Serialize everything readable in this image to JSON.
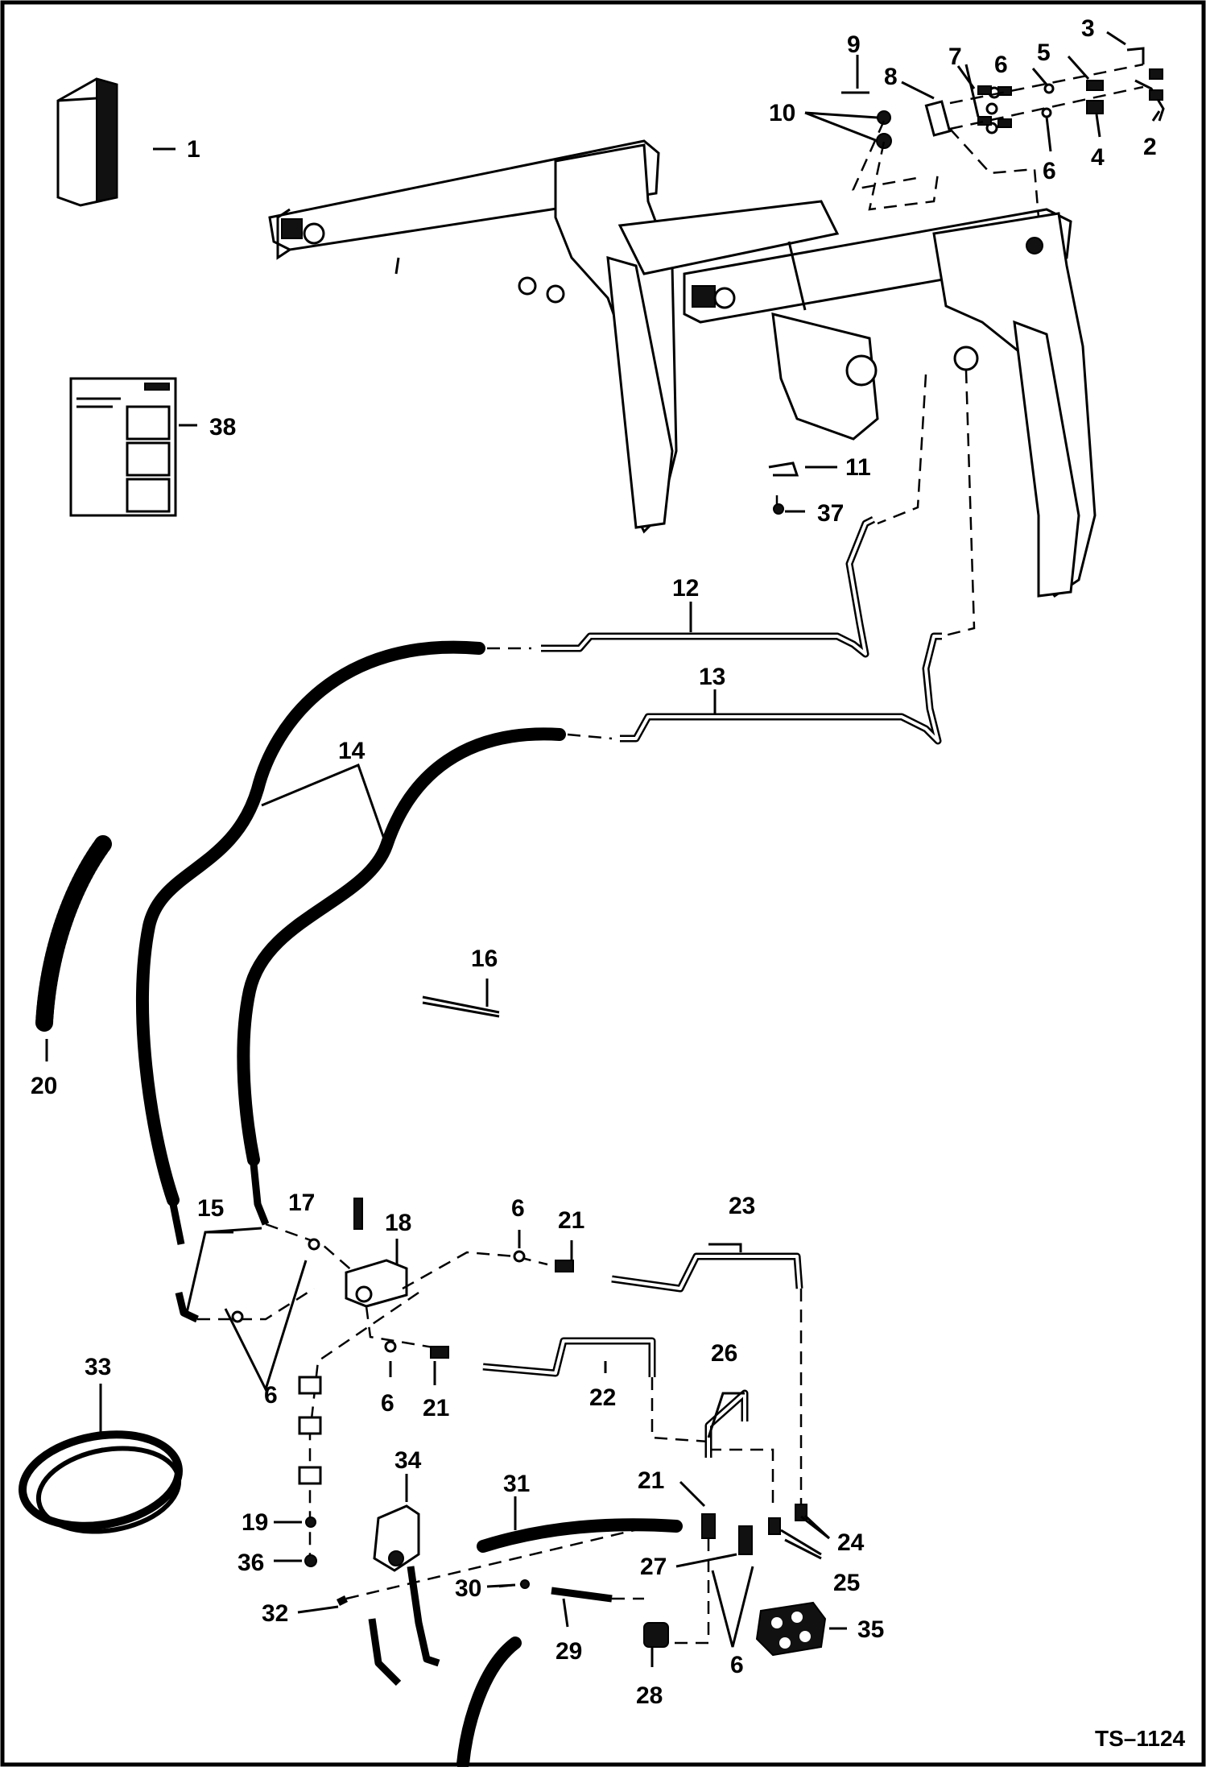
{
  "figure_ref": "TS–1124",
  "callouts": [
    {
      "n": "1"
    },
    {
      "n": "2"
    },
    {
      "n": "3"
    },
    {
      "n": "4"
    },
    {
      "n": "5"
    },
    {
      "n": "6"
    },
    {
      "n": "7"
    },
    {
      "n": "8"
    },
    {
      "n": "9"
    },
    {
      "n": "10"
    },
    {
      "n": "11"
    },
    {
      "n": "12"
    },
    {
      "n": "13"
    },
    {
      "n": "14"
    },
    {
      "n": "15"
    },
    {
      "n": "16"
    },
    {
      "n": "17"
    },
    {
      "n": "18"
    },
    {
      "n": "19"
    },
    {
      "n": "20"
    },
    {
      "n": "21"
    },
    {
      "n": "22"
    },
    {
      "n": "23"
    },
    {
      "n": "24"
    },
    {
      "n": "25"
    },
    {
      "n": "26"
    },
    {
      "n": "27"
    },
    {
      "n": "28"
    },
    {
      "n": "29"
    },
    {
      "n": "30"
    },
    {
      "n": "31"
    },
    {
      "n": "32"
    },
    {
      "n": "33"
    },
    {
      "n": "34"
    },
    {
      "n": "35"
    },
    {
      "n": "36"
    },
    {
      "n": "37"
    },
    {
      "n": "38"
    }
  ]
}
